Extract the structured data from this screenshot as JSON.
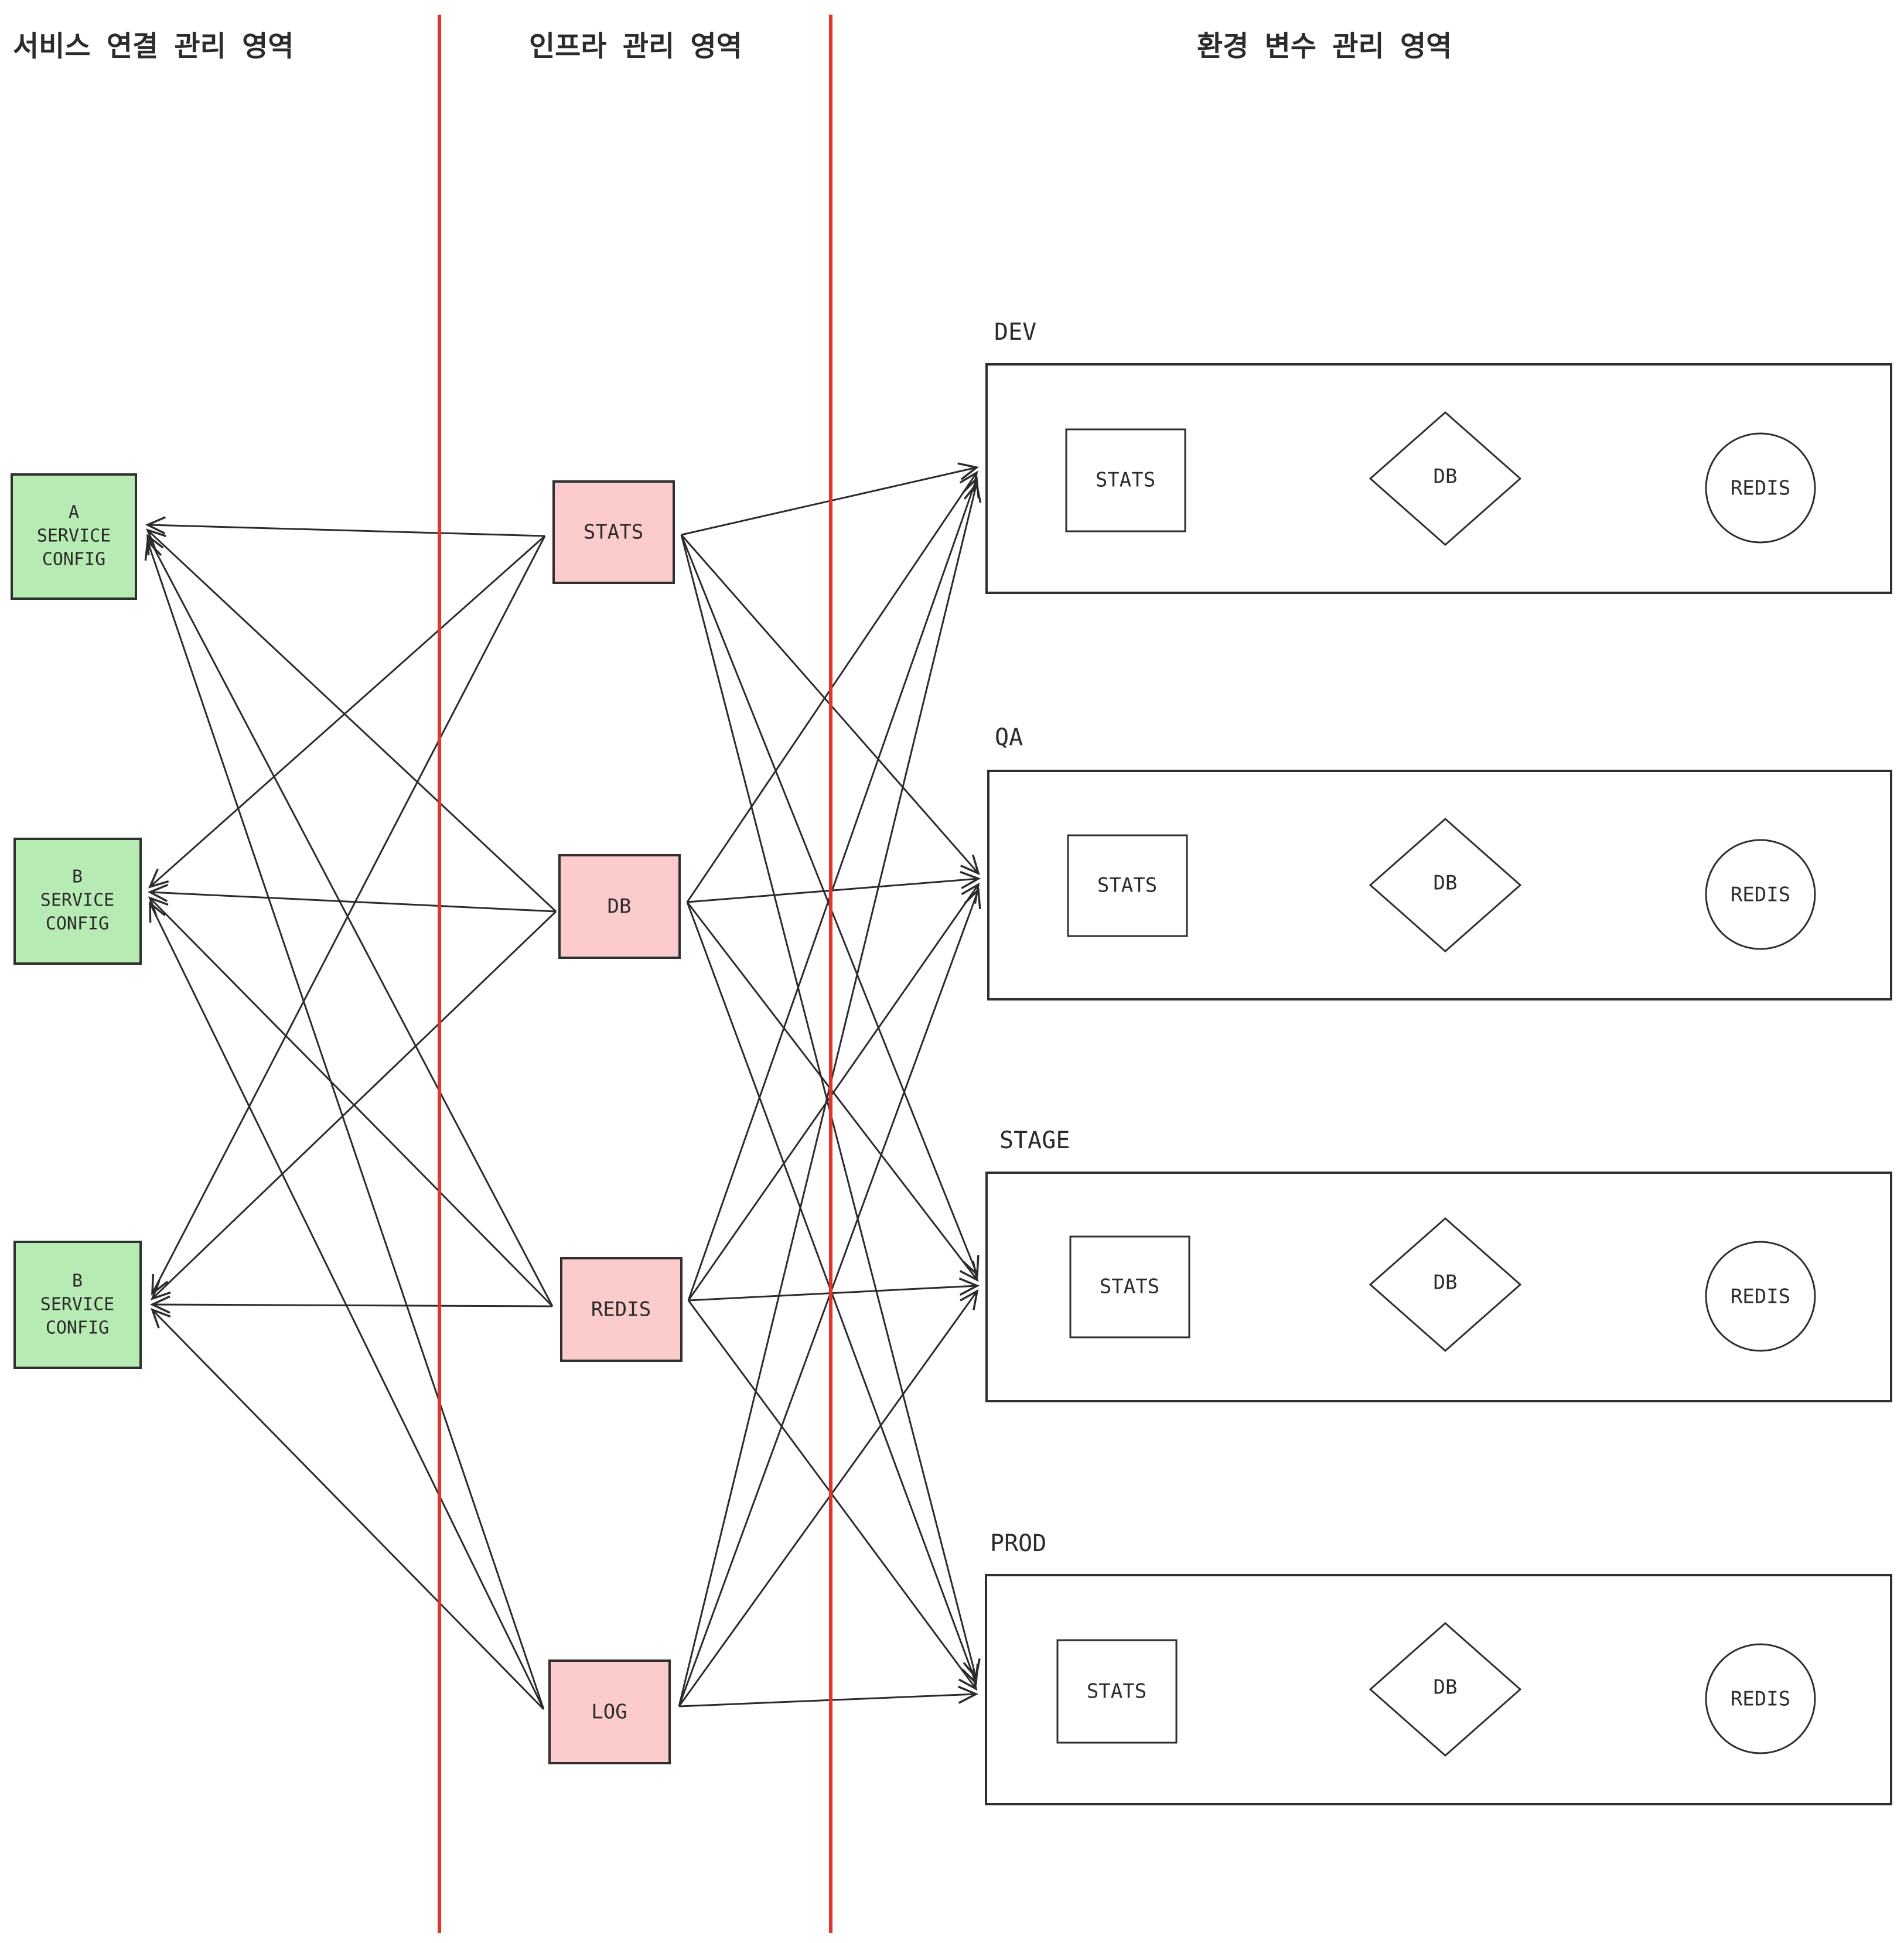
{
  "headers": {
    "service_area": "서비스 연결 관리 영역",
    "infra_area": "인프라 관리 영역",
    "env_area": "환경 변수 관리 영역"
  },
  "colors": {
    "accent_red": "#e5342b",
    "service_box_fill": "#b7ebb4",
    "infra_box_fill": "#fccbcb",
    "line": "#2b2b2b"
  },
  "service_boxes": [
    {
      "id": "service_a",
      "line1": "A",
      "line2": "SERVICE",
      "line3": "CONFIG"
    },
    {
      "id": "service_b1",
      "line1": "B",
      "line2": "SERVICE",
      "line3": "CONFIG"
    },
    {
      "id": "service_b2",
      "line1": "B",
      "line2": "SERVICE",
      "line3": "CONFIG"
    }
  ],
  "infra_boxes": [
    {
      "id": "stats",
      "label": "STATS"
    },
    {
      "id": "db",
      "label": "DB"
    },
    {
      "id": "redis",
      "label": "REDIS"
    },
    {
      "id": "log",
      "label": "LOG"
    }
  ],
  "environments": [
    {
      "id": "dev",
      "label": "DEV",
      "square_label": "STATS",
      "diamond_label": "DB",
      "circle_label": "REDIS"
    },
    {
      "id": "qa",
      "label": "QA",
      "square_label": "STATS",
      "diamond_label": "DB",
      "circle_label": "REDIS"
    },
    {
      "id": "stage",
      "label": "STAGE",
      "square_label": "STATS",
      "diamond_label": "DB",
      "circle_label": "REDIS"
    },
    {
      "id": "prod",
      "label": "PROD",
      "square_label": "STATS",
      "diamond_label": "DB",
      "circle_label": "REDIS"
    }
  ],
  "connections": [
    {
      "from": "stats",
      "to": "service_a"
    },
    {
      "from": "stats",
      "to": "service_b1"
    },
    {
      "from": "stats",
      "to": "service_b2"
    },
    {
      "from": "db",
      "to": "service_a"
    },
    {
      "from": "db",
      "to": "service_b1"
    },
    {
      "from": "db",
      "to": "service_b2"
    },
    {
      "from": "redis",
      "to": "service_a"
    },
    {
      "from": "redis",
      "to": "service_b1"
    },
    {
      "from": "redis",
      "to": "service_b2"
    },
    {
      "from": "log",
      "to": "service_a"
    },
    {
      "from": "log",
      "to": "service_b1"
    },
    {
      "from": "log",
      "to": "service_b2"
    },
    {
      "from": "stats",
      "to": "dev"
    },
    {
      "from": "stats",
      "to": "qa"
    },
    {
      "from": "stats",
      "to": "stage"
    },
    {
      "from": "stats",
      "to": "prod"
    },
    {
      "from": "db",
      "to": "dev"
    },
    {
      "from": "db",
      "to": "qa"
    },
    {
      "from": "db",
      "to": "stage"
    },
    {
      "from": "db",
      "to": "prod"
    },
    {
      "from": "redis",
      "to": "dev"
    },
    {
      "from": "redis",
      "to": "qa"
    },
    {
      "from": "redis",
      "to": "stage"
    },
    {
      "from": "redis",
      "to": "prod"
    },
    {
      "from": "log",
      "to": "dev"
    },
    {
      "from": "log",
      "to": "qa"
    },
    {
      "from": "log",
      "to": "stage"
    },
    {
      "from": "log",
      "to": "prod"
    }
  ]
}
